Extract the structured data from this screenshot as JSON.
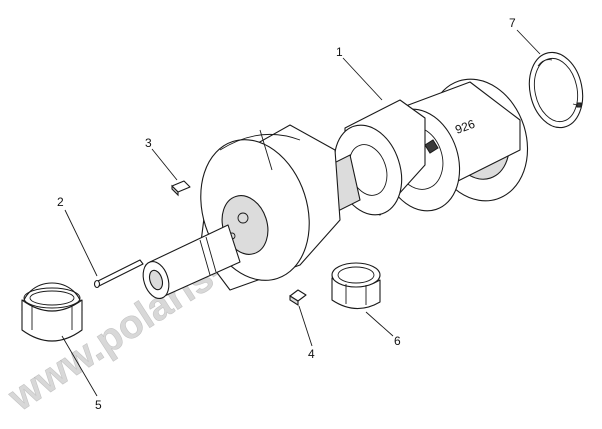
{
  "callouts": [
    {
      "id": "1",
      "label": "1"
    },
    {
      "id": "2",
      "label": "2"
    },
    {
      "id": "3",
      "label": "3"
    },
    {
      "id": "4",
      "label": "4"
    },
    {
      "id": "5",
      "label": "5"
    },
    {
      "id": "6",
      "label": "6"
    },
    {
      "id": "7",
      "label": "7"
    }
  ],
  "watermark": "www.polaris-ersatzteile.de",
  "part_stamp": "926"
}
